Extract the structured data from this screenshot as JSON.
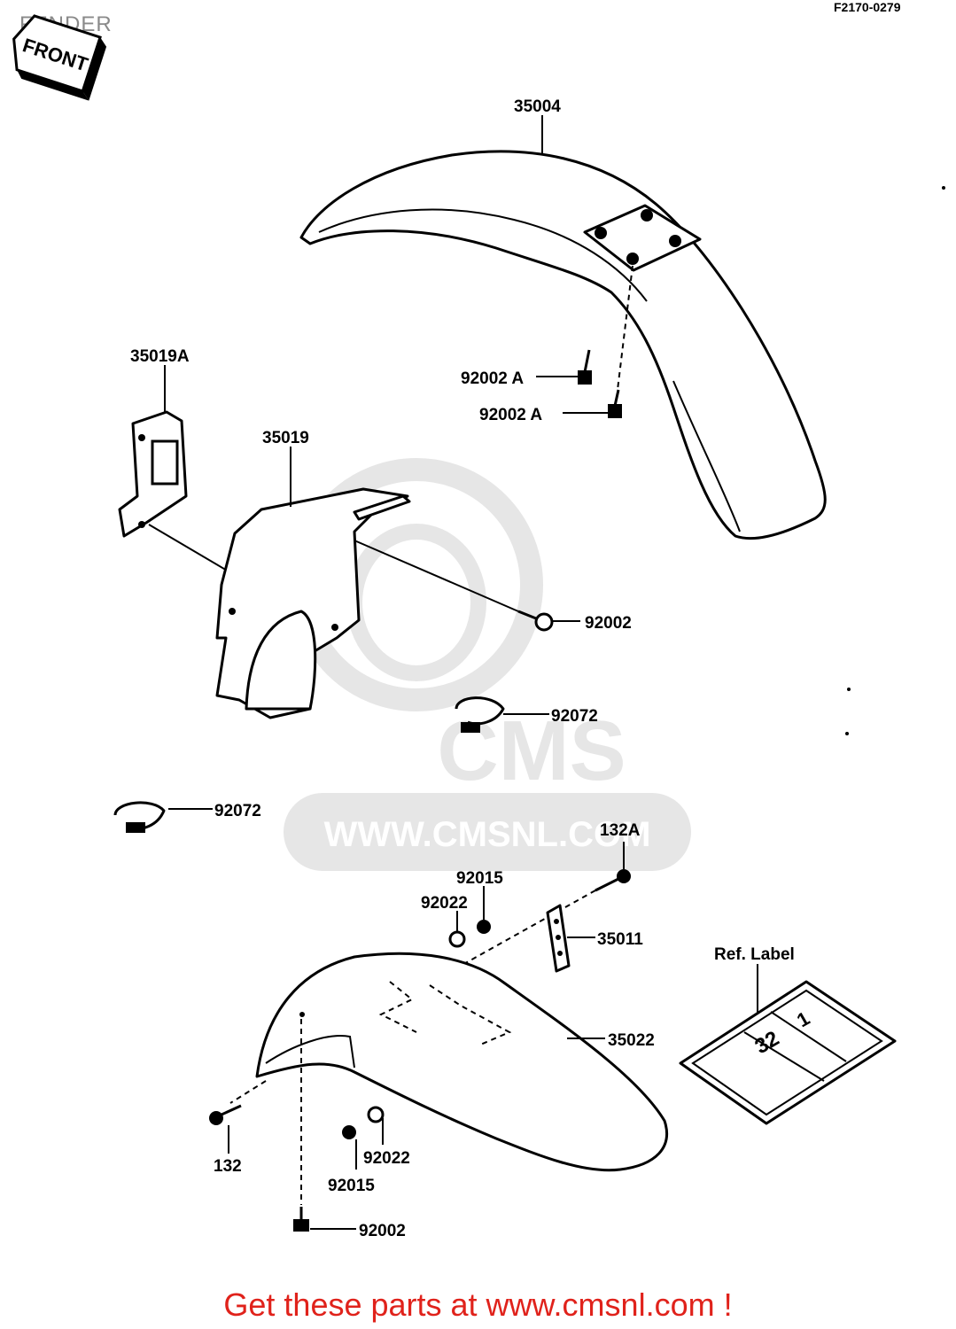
{
  "header": {
    "title": "FENDER",
    "diagram_code": "F2170-0279"
  },
  "front_tag": "FRONT",
  "watermark": {
    "brand": "CMS",
    "url": "WWW.CMSNL.COM"
  },
  "callouts": {
    "front_fender": "35004",
    "bolt_upper_a1": "92002 A",
    "bolt_upper_a2": "92002 A",
    "bracket_a": "35019A",
    "bracket": "35019",
    "bolt_mid": "92002",
    "clamp_right": "92072",
    "clamp_left": "92072",
    "bolt_132a": "132A",
    "nut_upper": "92015",
    "washer_upper": "92022",
    "plate": "35011",
    "ref_label_title": "Ref. Label",
    "rear_fender": "35022",
    "bolt_132": "132",
    "washer_lower": "92022",
    "nut_lower": "92015",
    "bolt_bottom": "92002"
  },
  "ref_label": {
    "number": "32",
    "digit": "1"
  },
  "footer": {
    "text": "Get these parts at www.cmsnl.com !"
  },
  "colors": {
    "line": "#000000",
    "watermark": "#e6e6e6",
    "footer": "#e0221b",
    "title": "#8a8a8a"
  }
}
